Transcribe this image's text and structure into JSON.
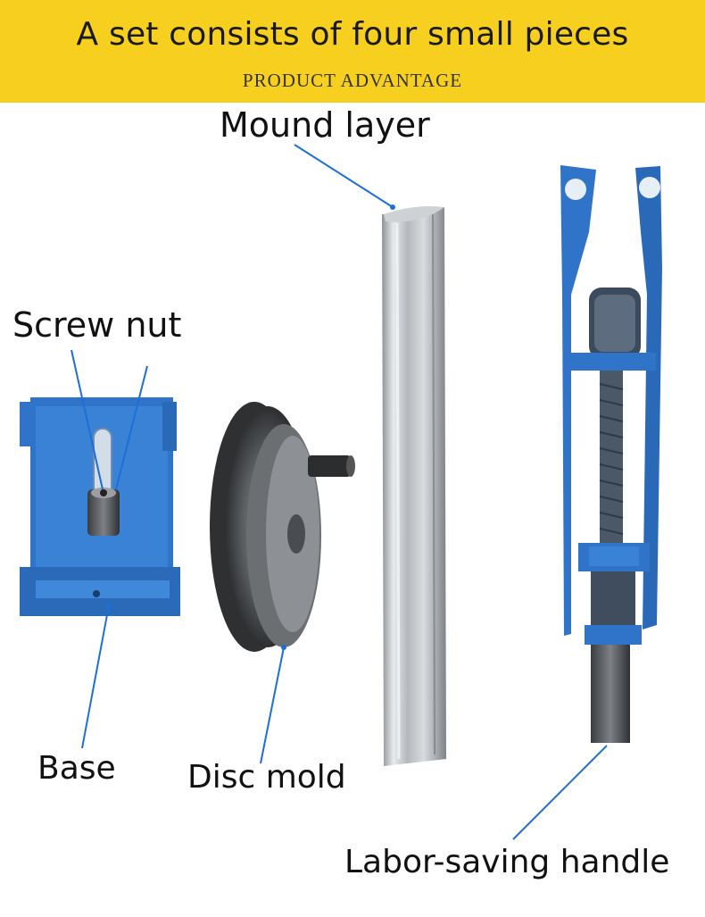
{
  "banner": {
    "title": "A set consists of four small pieces",
    "subtitle": "PRODUCT ADVANTAGE",
    "color": "#f7d01f"
  },
  "parts": {
    "mound_layer": "Mound layer",
    "screw_nut": "Screw nut",
    "base": "Base",
    "disc_mold": "Disc mold",
    "handle": "Labor-saving handle"
  },
  "colors": {
    "part_blue": "#2f74c8",
    "pointer_blue": "#1c6fd6",
    "steel": "#b9bcc0"
  }
}
